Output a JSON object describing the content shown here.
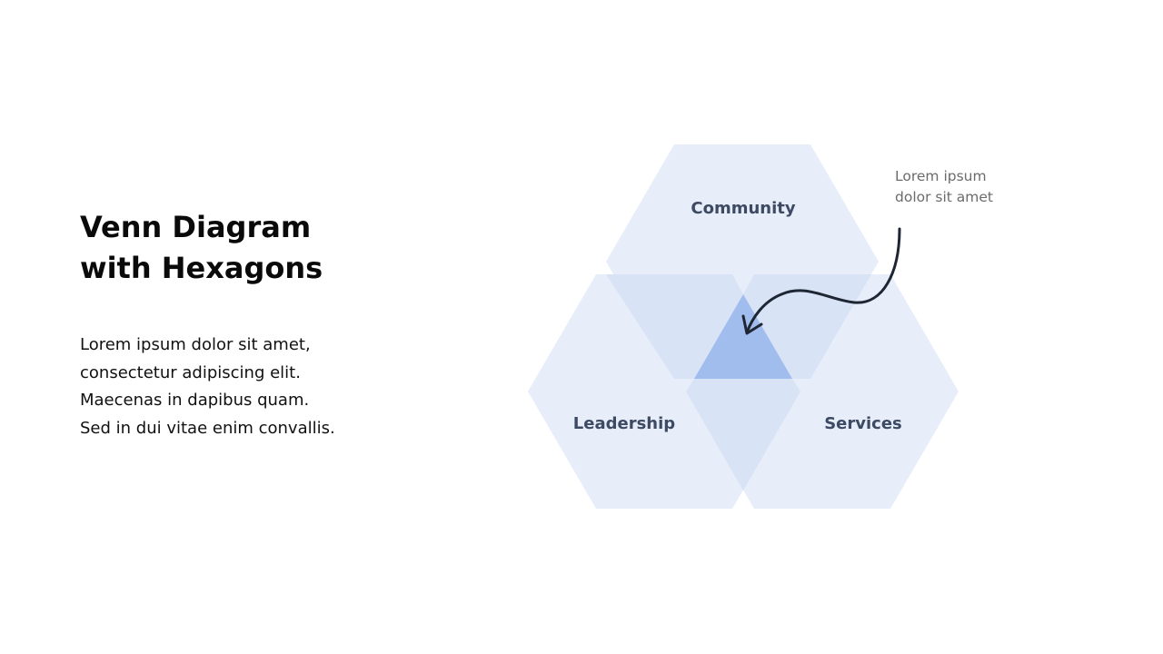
{
  "slide": {
    "title": "Venn Diagram\nwith Hexagons",
    "body": "Lorem ipsum dolor sit amet,\nconsectetur adipiscing elit.\nMaecenas in dapibus quam.\nSed in dui vitae enim convallis."
  },
  "diagram": {
    "sets": [
      {
        "name": "Community"
      },
      {
        "name": "Leadership"
      },
      {
        "name": "Services"
      }
    ],
    "callout": "Lorem ipsum\ndolor sit amet",
    "colors": {
      "hex_fill": "#e7edf9",
      "pair_overlap": "#d9e3f6",
      "center_overlap": "#a0bdee",
      "label": "#3d4a63",
      "arrow": "#1e2633"
    }
  }
}
